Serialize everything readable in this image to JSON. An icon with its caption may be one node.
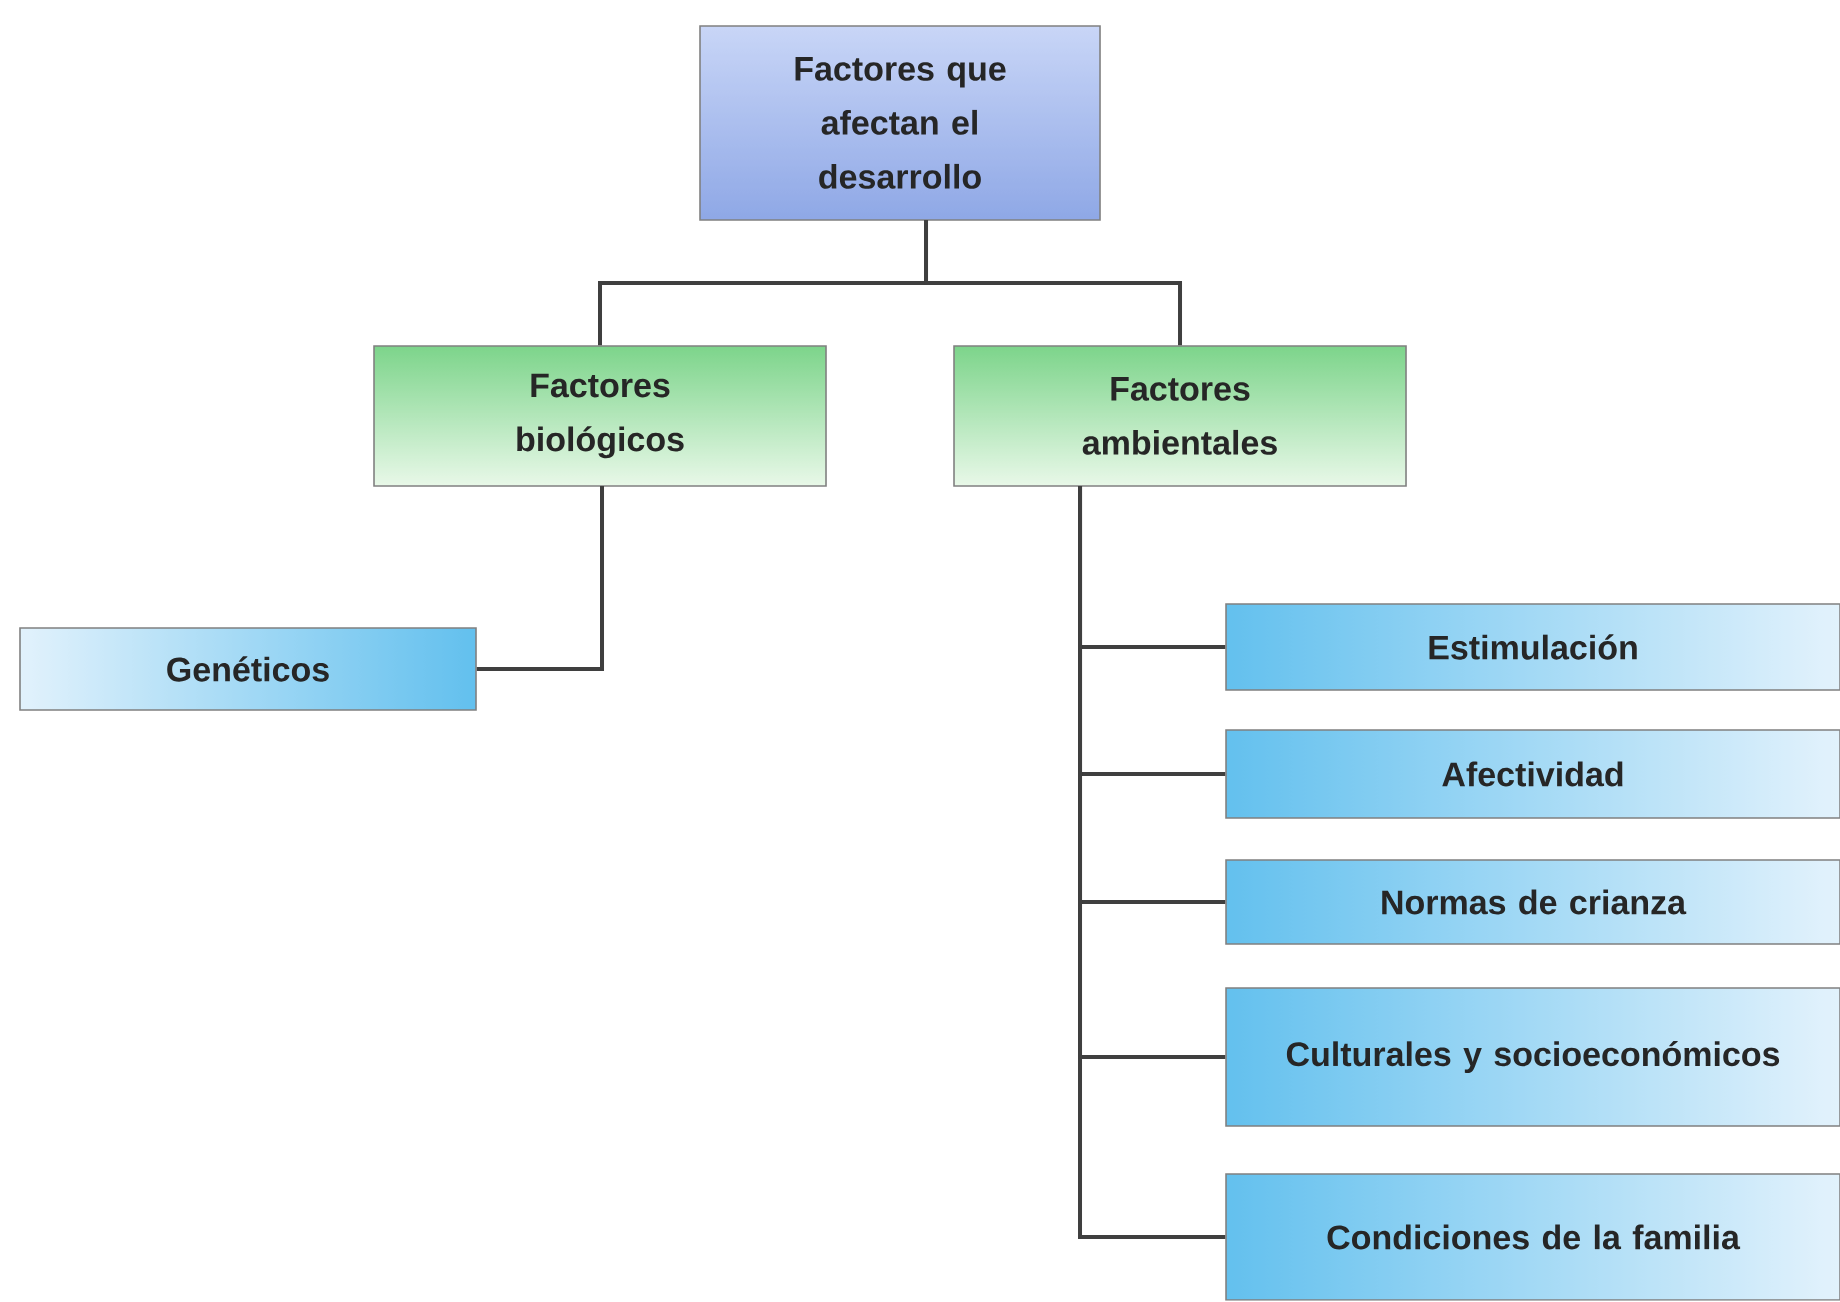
{
  "diagram": {
    "nodes": [
      {
        "text": [
          "Factores que afectan el desarrollo"
        ]
      },
      {
        "text": [
          "Factores biológicos"
        ]
      },
      {
        "text": [
          "Factores ambientales"
        ]
      },
      {
        "text": [
          "Genéticos"
        ]
      },
      {
        "text": [
          "Estimulación"
        ]
      },
      {
        "text": [
          "Afectividad"
        ]
      },
      {
        "text": [
          "Normas de crianza"
        ]
      },
      {
        "text": [
          "Culturales y socioeconómicos"
        ]
      },
      {
        "text": [
          "Condiciones de la familia"
        ]
      }
    ],
    "edges": [
      {
        "from": 0,
        "to": 1,
        "arrow": "none"
      },
      {
        "from": 0,
        "to": 2,
        "arrow": "none"
      },
      {
        "from": 1,
        "to": 3,
        "arrow": "none"
      },
      {
        "from": 2,
        "to": 4,
        "arrow": "none"
      },
      {
        "from": 2,
        "to": 5,
        "arrow": "none"
      },
      {
        "from": 2,
        "to": 6,
        "arrow": "none"
      },
      {
        "from": 2,
        "to": 7,
        "arrow": "none"
      },
      {
        "from": 2,
        "to": 8,
        "arrow": "none"
      }
    ]
  }
}
